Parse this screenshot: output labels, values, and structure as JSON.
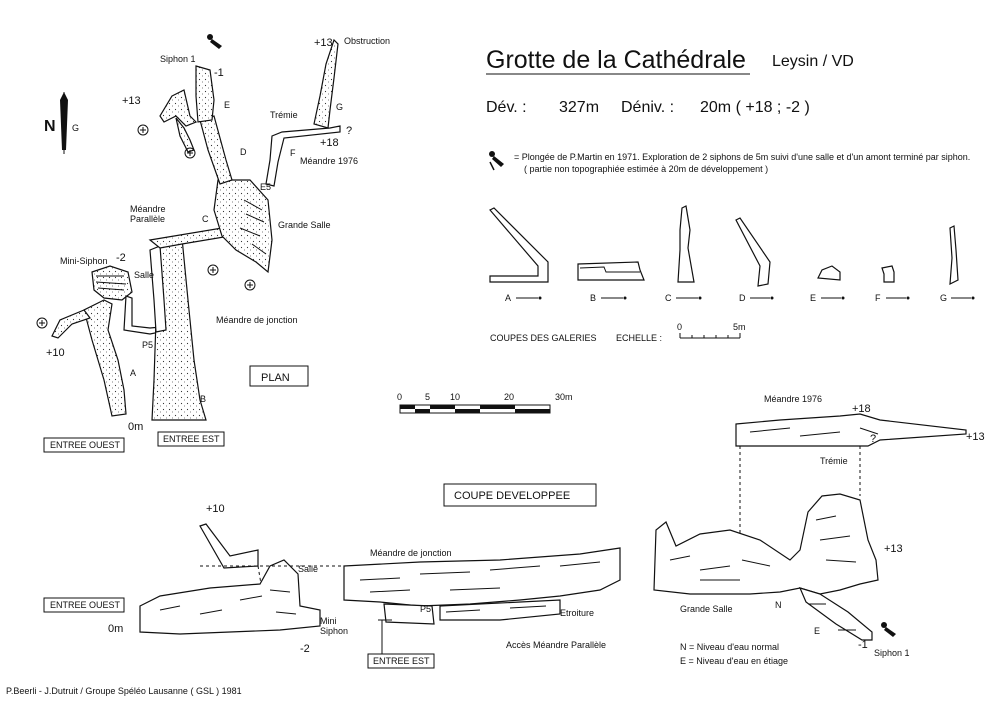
{
  "title": "Grotte de la Cathédrale",
  "location": "Leysin / VD",
  "stats": {
    "dev_label": "Dév. :",
    "dev_value": "327m",
    "deniv_label": "Déniv. :",
    "deniv_value": "20m  ( +18 ; -2 )"
  },
  "legend": {
    "diving_note_1": "= Plongée de P.Martin en 1971. Exploration de 2 siphons de 5m suivi d'une salle et d'un amont terminé par siphon.",
    "diving_note_2": "( partie non topographiée estimée à 20m de développement )",
    "water_normal": "N  =  Niveau d'eau normal",
    "water_low": "E  =  Niveau d'eau en étiage"
  },
  "sections": {
    "heading": "COUPES DES GALERIES",
    "scale_label": "ECHELLE :",
    "scale_ticks": [
      "0",
      "5m"
    ],
    "items": [
      "A",
      "B",
      "C",
      "D",
      "E",
      "F",
      "G"
    ]
  },
  "main_scale": {
    "ticks": [
      "0",
      "5",
      "10",
      "20",
      "30m"
    ]
  },
  "plan": {
    "label": "PLAN",
    "north": "N",
    "north_sub": "G",
    "labels": {
      "siphon1": "Siphon 1",
      "minus1": "-1",
      "plus13_left": "+13",
      "plus13_top": "+13",
      "obstruction": "Obstruction",
      "tremie": "Trémie",
      "plus18": "+18",
      "q": "?",
      "meandre1976": "Méandre 1976",
      "grande_salle": "Grande Salle",
      "e5": "E5",
      "meandre_parallele_1": "Méandre",
      "meandre_parallele_2": "Parallèle",
      "mini_siphon": "Mini-Siphon",
      "minus2": "-2",
      "salle": "Salle",
      "meandre_jonction": "Méandre de jonction",
      "plus10": "+10",
      "p5": "P5",
      "zero": "0m",
      "A": "A",
      "B": "B",
      "C": "C",
      "D": "D",
      "E": "E",
      "F": "F",
      "G": "G"
    },
    "entree_ouest": "ENTREE OUEST",
    "entree_est": "ENTREE EST"
  },
  "profile": {
    "label": "COUPE DEVELOPPEE",
    "labels": {
      "plus10": "+10",
      "salle": "Salle",
      "zero": "0m",
      "mini_siphon_1": "Mini",
      "mini_siphon_2": "Siphon",
      "minus2": "-2",
      "meandre_jonction": "Méandre de jonction",
      "p5": "P5",
      "etroiture": "Etroiture",
      "acces": "Accès Méandre Parallèle",
      "meandre1976": "Méandre 1976",
      "plus18": "+18",
      "plus13_right": "+13",
      "tremie": "Trémie",
      "q": "?",
      "plus13": "+13",
      "grande_salle": "Grande Salle",
      "N": "N",
      "E": "E",
      "minus1": "-1",
      "siphon1": "Siphon 1"
    },
    "entree_ouest": "ENTREE OUEST",
    "entree_est": "ENTREE EST"
  },
  "credits": "P.Beerli - J.Dutruit  /  Groupe Spéléo Lausanne  ( GSL )  1981"
}
